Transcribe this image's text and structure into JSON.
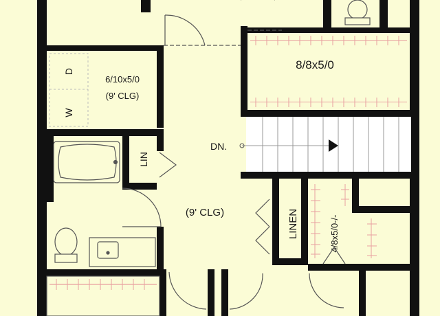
{
  "labels": {
    "closet_top": "8/8x5/0",
    "laundry_size": "6/10x5/0",
    "laundry_ceiling": "(9' CLG)",
    "washer": "W",
    "dryer": "D",
    "linen_small": "LIN",
    "stair_dn": "DN.",
    "hall_ceiling": "(9' CLG)",
    "linen_tall": "LINEN",
    "closet_right": "4/8x5/0-/-"
  },
  "colors": {
    "background": "#fbfcd6",
    "wall": "#111111",
    "shelf_line": "#e8a0a0",
    "fixture_line": "#555555",
    "stair_bg": "#ffffff"
  }
}
